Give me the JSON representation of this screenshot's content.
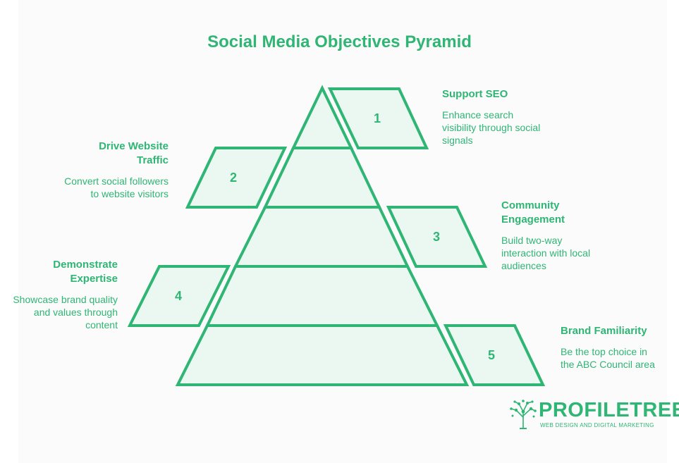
{
  "title": "Social Media Objectives Pyramid",
  "colors": {
    "stroke": "#2fb574",
    "fill": "#eaf8f1",
    "text": "#2fb574"
  },
  "levels": [
    {
      "number": "1",
      "heading": "Support SEO",
      "description": "Enhance search visibility through social signals"
    },
    {
      "number": "2",
      "heading": "Drive Website Traffic",
      "description": "Convert social followers to website visitors"
    },
    {
      "number": "3",
      "heading": "Community Engagement",
      "description": "Build two-way interaction with local audiences"
    },
    {
      "number": "4",
      "heading": "Demonstrate Expertise",
      "description": "Showcase brand quality and values through content"
    },
    {
      "number": "5",
      "heading": "Brand Familiarity",
      "description": "Be the top choice in the ABC Council area"
    }
  ],
  "logo": {
    "name": "PROFILETREE",
    "tagline": "WEB DESIGN AND DIGITAL MARKETING",
    "icon": "tree-icon"
  }
}
